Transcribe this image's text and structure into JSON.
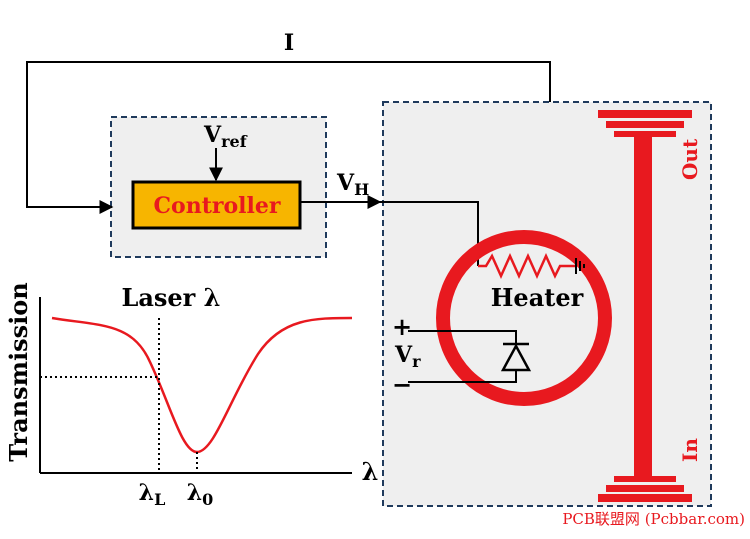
{
  "labels": {
    "current": "I",
    "vref_main": "V",
    "vref_sub": "ref",
    "controller": "Controller",
    "vh_main": "V",
    "vh_sub": "H",
    "heater": "Heater",
    "vr_main": "V",
    "vr_sub": "r",
    "plus": "+",
    "minus": "−",
    "out": "Out",
    "in": "In",
    "transmission": "Transmission",
    "laser": "Laser λ",
    "lambda_axis": "λ",
    "lambda_l_main": "λ",
    "lambda_l_sub": "L",
    "lambda_0_main": "λ",
    "lambda_0_sub": "0",
    "watermark": "PCB联盟网 (Pcbbar.com)"
  },
  "colors": {
    "ring": "#e8191f",
    "controller_fill": "#f7b500",
    "panel_fill": "#efefef",
    "dashed_border": "#1f3a5c",
    "curve": "#e8191f"
  }
}
